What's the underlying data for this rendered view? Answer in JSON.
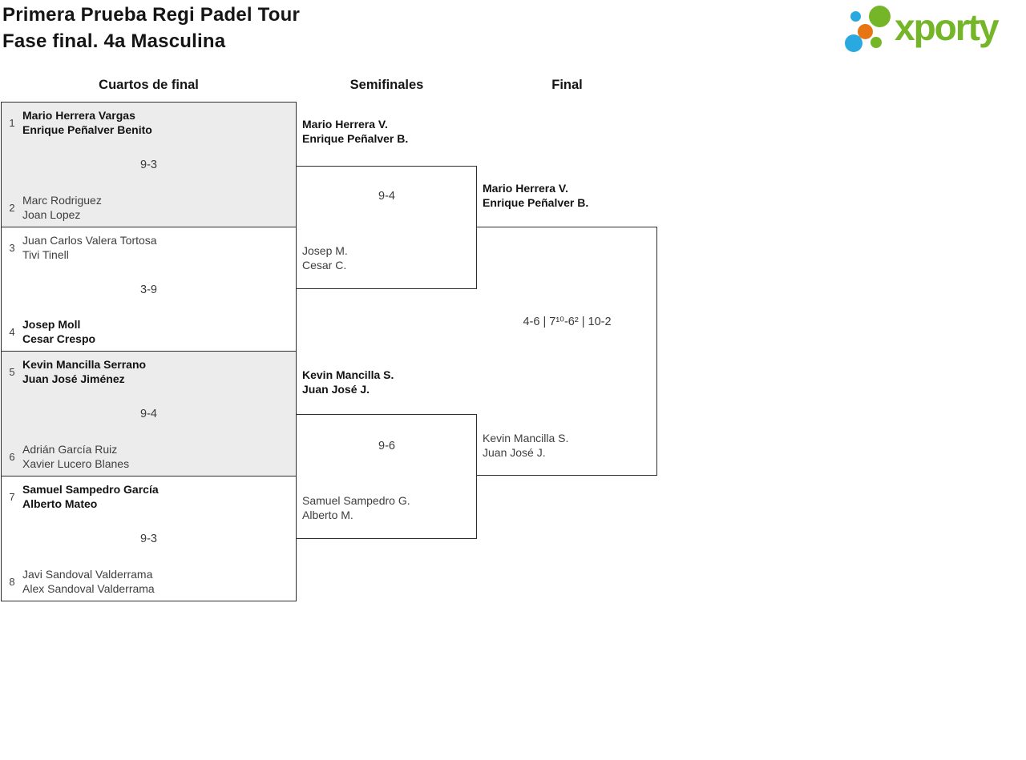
{
  "page": {
    "title_line1": "Primera Prueba Regi Padel Tour",
    "title_line2": "Fase final. 4a Masculina"
  },
  "logo": {
    "text": "xporty",
    "colors": {
      "green": "#75b629",
      "blue": "#2aa9e0",
      "orange": "#e87514"
    }
  },
  "round_headers": {
    "quarterfinals": "Cuartos de final",
    "semifinals": "Semifinales",
    "final": "Final"
  },
  "colors": {
    "match_alt_background": "#ececec",
    "border": "#2e2e2e"
  },
  "bracket": {
    "quarterfinals": [
      {
        "seed_top": "1",
        "top_names": [
          "Mario Herrera Vargas",
          "Enrique Peñalver Benito"
        ],
        "score": "9-3",
        "seed_bottom": "2",
        "bottom_names": [
          "Marc Rodriguez",
          "Joan Lopez"
        ],
        "winner": "top"
      },
      {
        "seed_top": "3",
        "top_names": [
          "Juan Carlos Valera Tortosa",
          "Tivi Tinell"
        ],
        "score": "3-9",
        "seed_bottom": "4",
        "bottom_names": [
          "Josep Moll",
          "Cesar Crespo"
        ],
        "winner": "bottom"
      },
      {
        "seed_top": "5",
        "top_names": [
          "Kevin Mancilla Serrano",
          "Juan José Jiménez"
        ],
        "score": "9-4",
        "seed_bottom": "6",
        "bottom_names": [
          "Adrián García Ruiz",
          "Xavier Lucero Blanes"
        ],
        "winner": "top"
      },
      {
        "seed_top": "7",
        "top_names": [
          "Samuel Sampedro García",
          "Alberto Mateo"
        ],
        "score": "9-3",
        "seed_bottom": "8",
        "bottom_names": [
          "Javi Sandoval Valderrama",
          "Alex Sandoval Valderrama"
        ],
        "winner": "top"
      }
    ],
    "semifinals": [
      {
        "top_names": [
          "Mario Herrera V.",
          "Enrique Peñalver B."
        ],
        "score": "9-4",
        "bottom_names": [
          "Josep M.",
          "Cesar C."
        ],
        "winner": "top"
      },
      {
        "top_names": [
          "Kevin Mancilla S.",
          "Juan José J."
        ],
        "score": "9-6",
        "bottom_names": [
          "Samuel Sampedro G.",
          "Alberto M."
        ],
        "winner": "top"
      }
    ],
    "final": {
      "top_names": [
        "Mario Herrera V.",
        "Enrique Peñalver B."
      ],
      "score": "4-6 | 7¹⁰-6² | 10-2",
      "bottom_names": [
        "Kevin Mancilla S.",
        "Juan José J."
      ],
      "winner": "top"
    }
  }
}
